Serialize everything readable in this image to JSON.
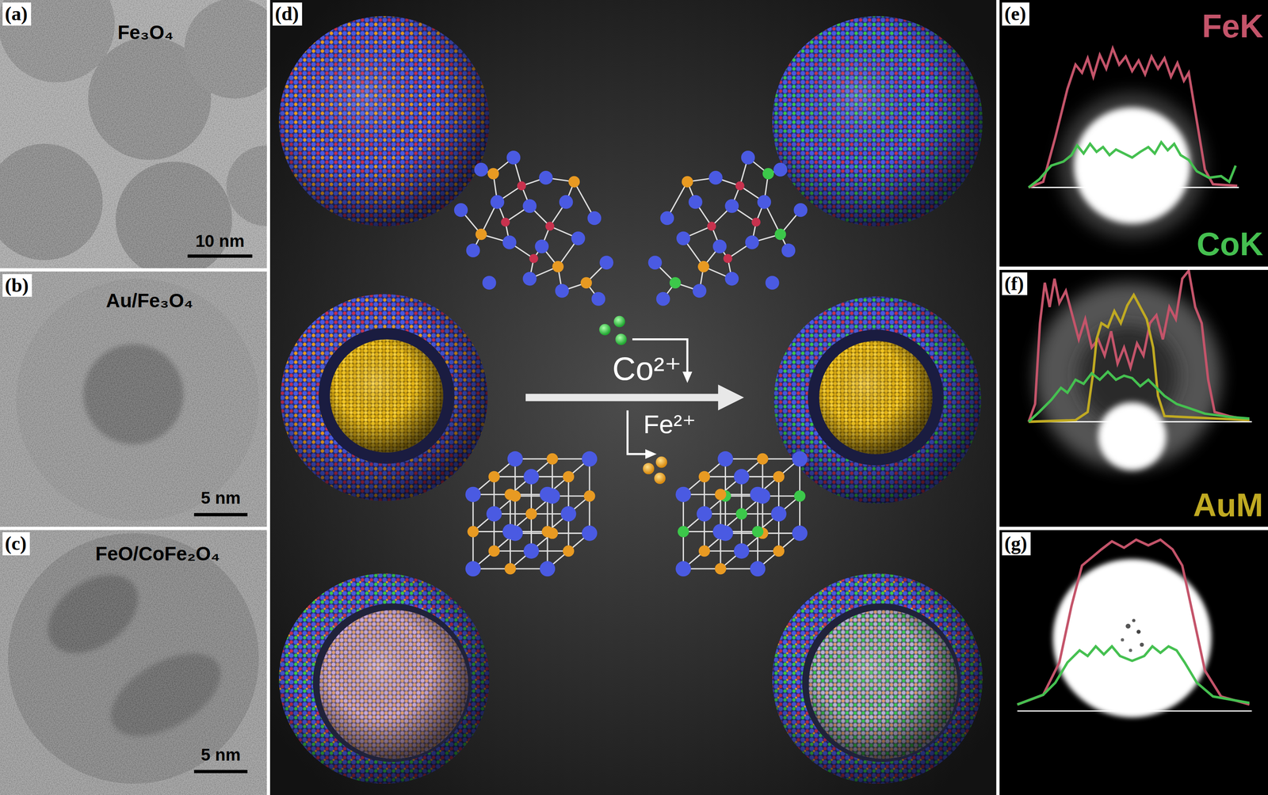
{
  "diagram": {
    "labels": [
      "(a)",
      "Fe₃O₄",
      "10 nm",
      "(b)",
      "Au/Fe₃O₄",
      "5 nm",
      "(c)",
      "FeO/CoFe₂O₄",
      "5 nm",
      "(d)",
      "Co²⁺",
      "Fe²⁺",
      "(e)",
      "FeK",
      "CoK",
      "(f)",
      "AuM",
      "(g)"
    ]
  }
}
